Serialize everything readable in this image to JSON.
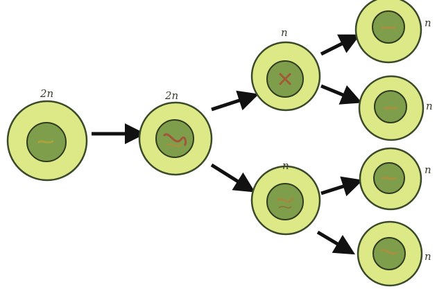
{
  "colors": {
    "cytoplasm": "#dde986",
    "membrane": "#3b4a2a",
    "nucleus": "#7f9e4c",
    "nucleus_edge": "#2f3b22",
    "arrow": "#111111"
  },
  "cells": [
    {
      "id": "parent",
      "label": "2n",
      "chromatin": "worm"
    },
    {
      "id": "replicated",
      "label": "2n",
      "chromatin": "tangle"
    },
    {
      "id": "meiosis1-top",
      "label": "n",
      "chromatin": "cross"
    },
    {
      "id": "meiosis1-bottom",
      "label": "n",
      "chromatin": "tangle"
    },
    {
      "id": "gamete-1",
      "label": "n",
      "chromatin": "bar"
    },
    {
      "id": "gamete-2",
      "label": "n",
      "chromatin": "bar"
    },
    {
      "id": "gamete-3",
      "label": "n",
      "chromatin": "bar"
    },
    {
      "id": "gamete-4",
      "label": "n",
      "chromatin": "worm"
    }
  ]
}
